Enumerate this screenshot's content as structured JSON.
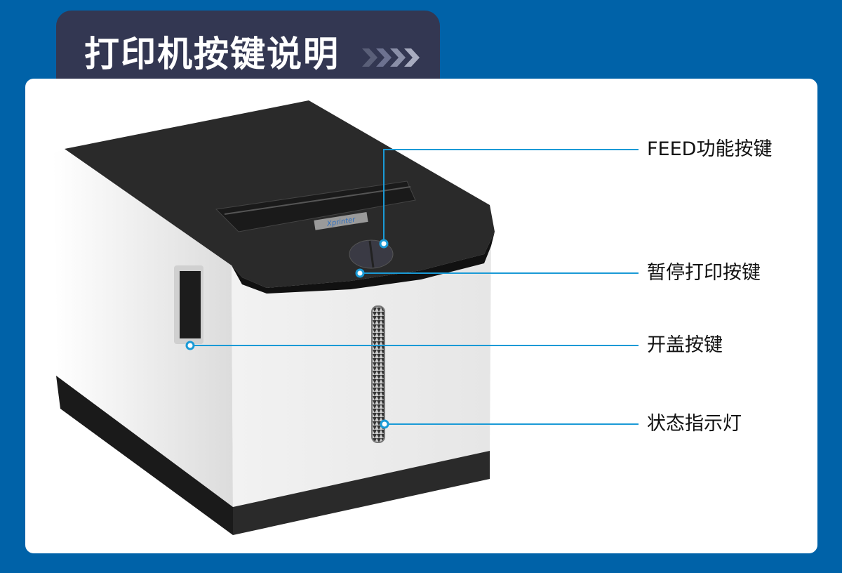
{
  "title": "打印机按键说明",
  "printer_logo": "Xprinter",
  "callouts": [
    {
      "label": "FEED功能按键"
    },
    {
      "label": "暂停打印按键"
    },
    {
      "label": "开盖按键"
    },
    {
      "label": "状态指示灯"
    }
  ],
  "colors": {
    "background": "#0062a8",
    "tab": "#333752",
    "callout_line": "#1a9ad6"
  }
}
